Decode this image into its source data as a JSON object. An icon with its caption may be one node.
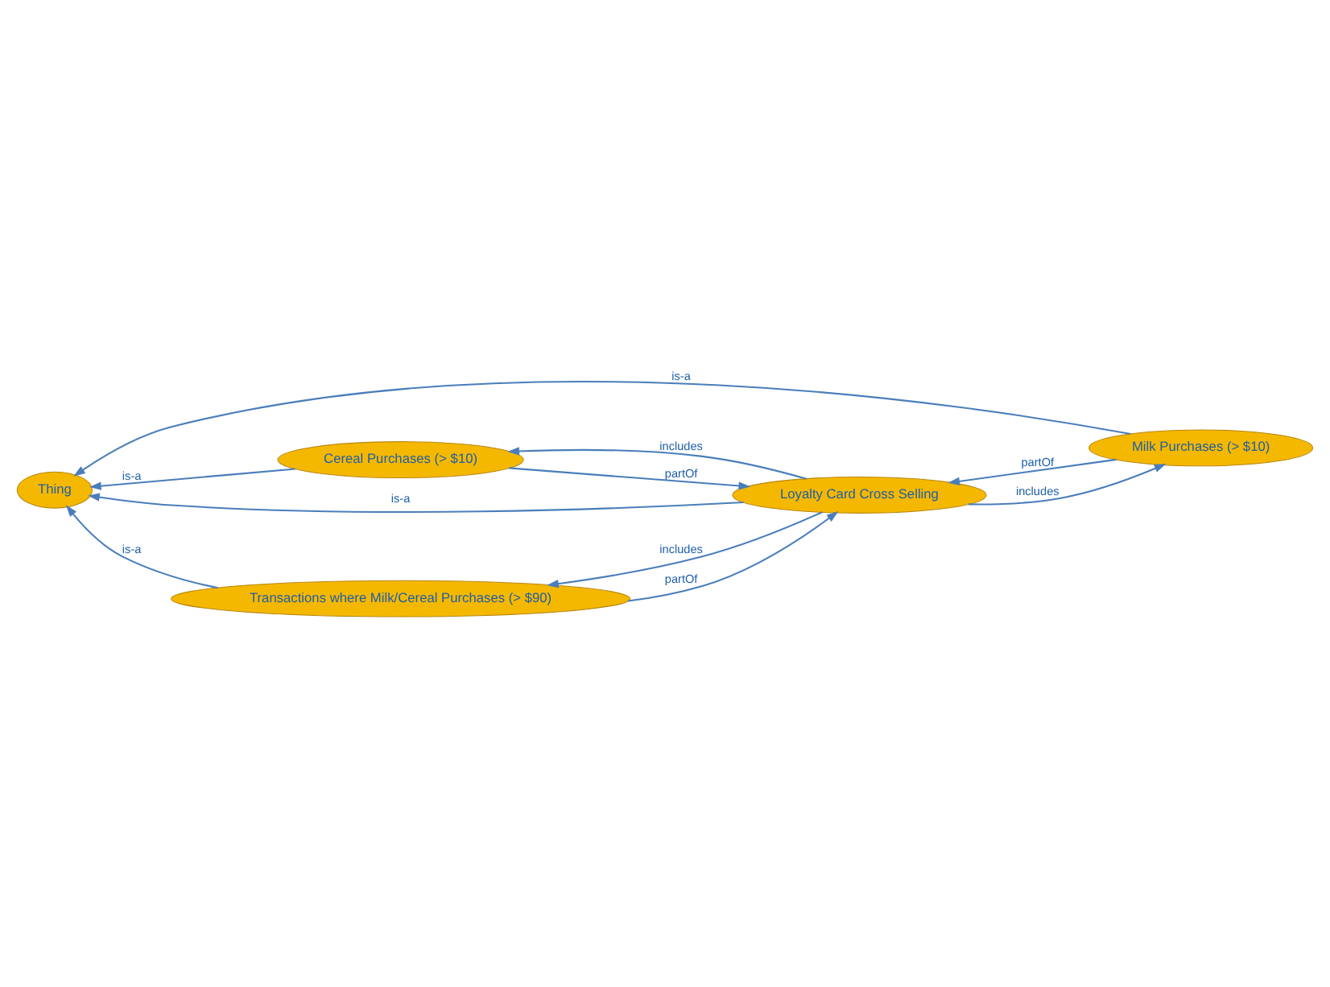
{
  "diagram": {
    "nodes": [
      {
        "text": [
          "Milk Purchases (> $10)"
        ]
      },
      {
        "text": [
          "Cereal Purchases (> $10)"
        ]
      },
      {
        "text": [
          "Thing"
        ]
      },
      {
        "text": [
          "Loyalty Card Cross Selling"
        ]
      },
      {
        "text": [
          "Transactions where Milk/Cereal Purchases (> $90)"
        ]
      }
    ],
    "edges": [
      {
        "from": 0,
        "to": 2,
        "arrow": "to",
        "label": "is-a"
      },
      {
        "from": 1,
        "to": 2,
        "arrow": "to",
        "label": "is-a"
      },
      {
        "from": 3,
        "to": 1,
        "arrow": "to",
        "label": "includes"
      },
      {
        "from": 1,
        "to": 3,
        "arrow": "to",
        "label": "partOf"
      },
      {
        "from": 3,
        "to": 0,
        "arrow": "to",
        "label": "includes"
      },
      {
        "from": 0,
        "to": 3,
        "arrow": "to",
        "label": "partOf"
      },
      {
        "from": 3,
        "to": 2,
        "arrow": "to",
        "label": "is-a"
      },
      {
        "from": 3,
        "to": 4,
        "arrow": "to",
        "label": "includes"
      },
      {
        "from": 4,
        "to": 3,
        "arrow": "to",
        "label": "partOf"
      },
      {
        "from": 4,
        "to": 2,
        "arrow": "to",
        "label": "is-a"
      }
    ]
  }
}
